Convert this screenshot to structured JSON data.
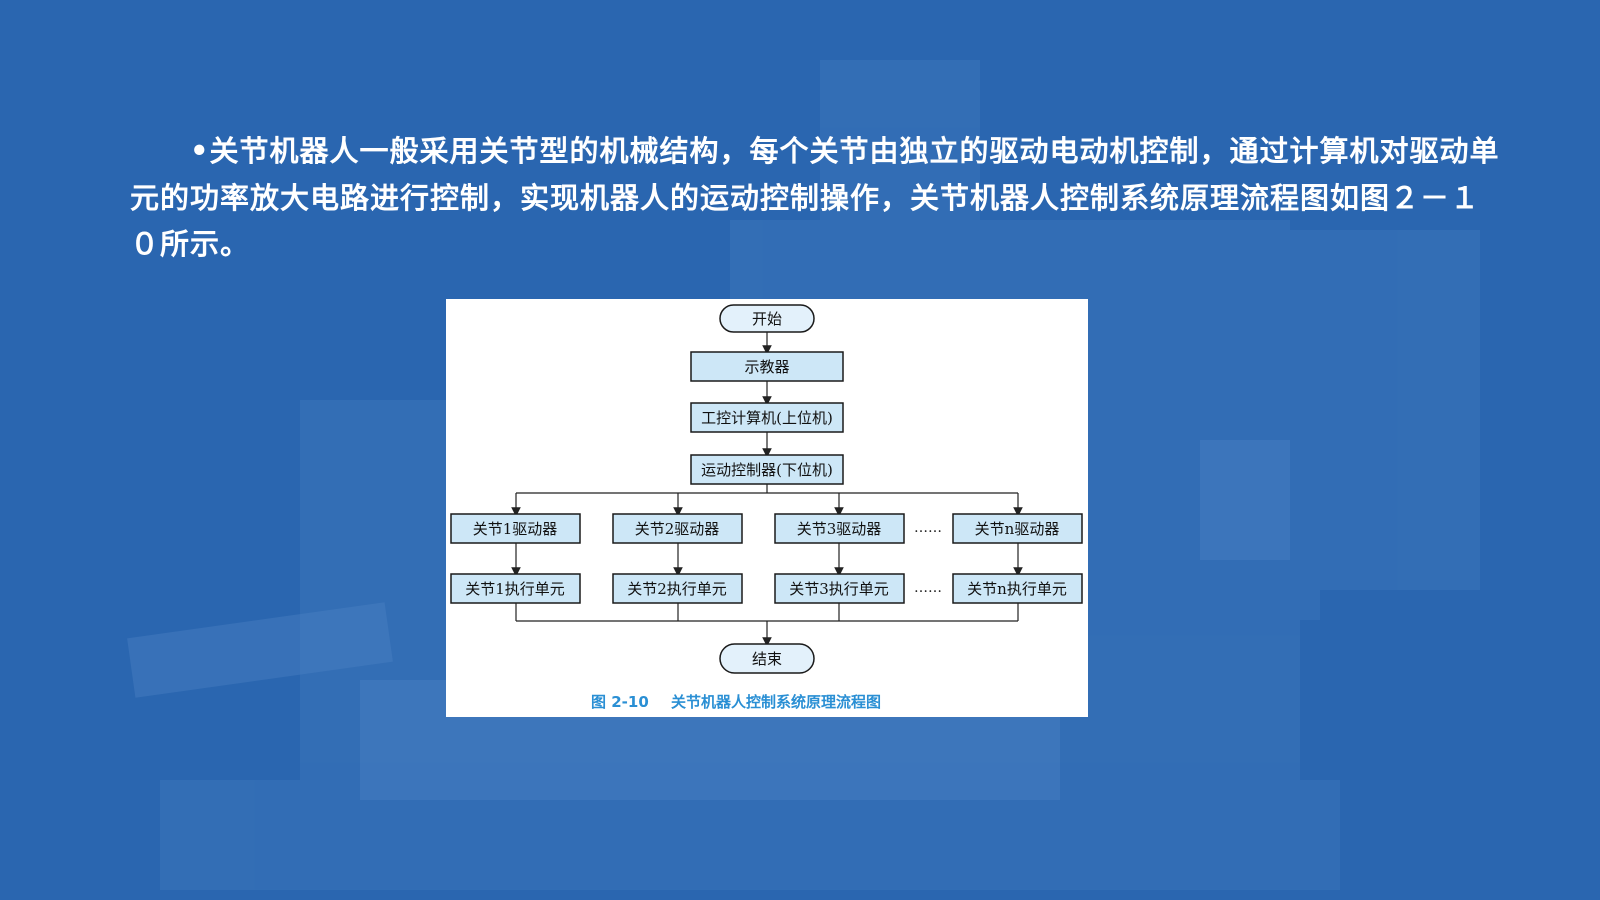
{
  "paragraph": {
    "text": "•关节机器人一般采用关节型的机械结构，每个关节由独立的驱动电动机控制，通过计算机对驱动单元的功率放大电路进行控制，实现机器人的运动控制操作，关节机器人控制系统原理流程图如图２－１０所示。"
  },
  "figure": {
    "start": "开始",
    "teach": "示教器",
    "ipc": "工控计算机(上位机)",
    "motion": "运动控制器(下位机)",
    "drivers": [
      "关节1驱动器",
      "关节2驱动器",
      "关节3驱动器",
      "关节n驱动器"
    ],
    "actuators": [
      "关节1执行单元",
      "关节2执行单元",
      "关节3执行单元",
      "关节n执行单元"
    ],
    "ellipsis": "……",
    "end": "结束",
    "caption_num": "图 2-10",
    "caption_title": "关节机器人控制系统原理流程图"
  },
  "colors": {
    "background": "#2a66b0",
    "node_fill": "#cde7f7",
    "caption": "#2a8fd4"
  }
}
